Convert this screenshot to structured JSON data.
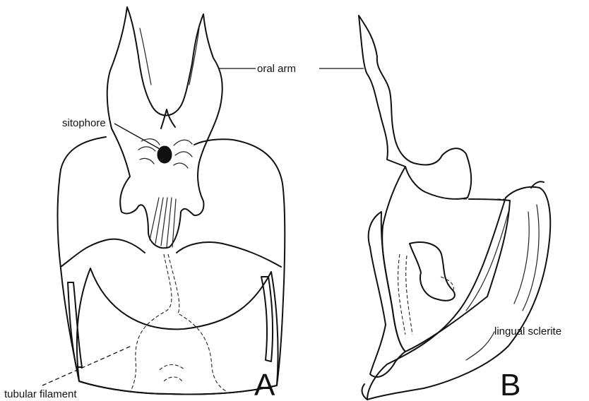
{
  "labels": {
    "oral_arm": "oral arm",
    "sitophore": "sitophore",
    "lingual_sclerite": "lingual sclerite",
    "tubular_filament": "tubular filament"
  },
  "panels": {
    "a": "A",
    "b": "B"
  }
}
